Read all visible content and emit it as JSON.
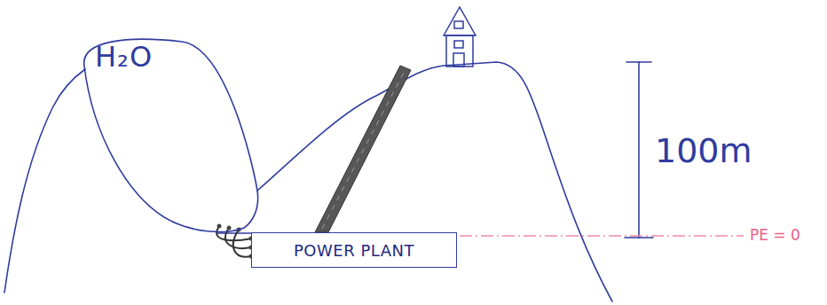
{
  "diagram": {
    "nodes": [
      {
        "text": [
          "H₂O"
        ]
      },
      {
        "text": [
          "POWER PLANT"
        ]
      }
    ],
    "edges": [
      {
        "from": 0,
        "to": 1,
        "arrow": "none"
      }
    ],
    "labels": [
      "100m",
      "PE = 0"
    ]
  }
}
